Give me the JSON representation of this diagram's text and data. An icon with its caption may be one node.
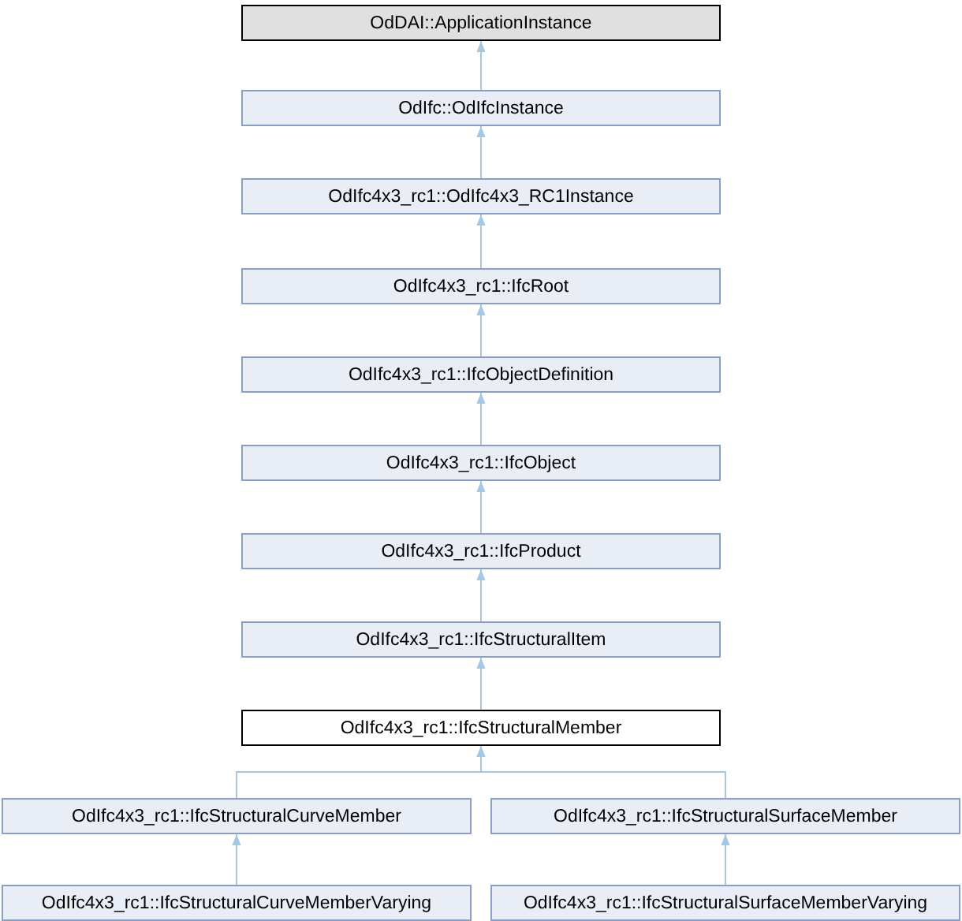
{
  "diagram": {
    "nodes": [
      {
        "text": [
          "OdDAI::ApplicationInstance"
        ]
      },
      {
        "text": [
          "OdIfc::OdIfcInstance"
        ]
      },
      {
        "text": [
          "OdIfc4x3_rc1::OdIfc4x3_RC1Instance"
        ]
      },
      {
        "text": [
          "OdIfc4x3_rc1::IfcRoot"
        ]
      },
      {
        "text": [
          "OdIfc4x3_rc1::IfcObjectDefinition"
        ]
      },
      {
        "text": [
          "OdIfc4x3_rc1::IfcObject"
        ]
      },
      {
        "text": [
          "OdIfc4x3_rc1::IfcProduct"
        ]
      },
      {
        "text": [
          "OdIfc4x3_rc1::IfcStructuralItem"
        ]
      },
      {
        "text": [
          "OdIfc4x3_rc1::IfcStructuralMember"
        ]
      },
      {
        "text": [
          "OdIfc4x3_rc1::IfcStructuralCurveMember"
        ]
      },
      {
        "text": [
          "OdIfc4x3_rc1::IfcStructuralSurfaceMember"
        ]
      },
      {
        "text": [
          "OdIfc4x3_rc1::IfcStructuralCurveMemberVarying"
        ]
      },
      {
        "text": [
          "OdIfc4x3_rc1::IfcStructuralSurfaceMemberVarying"
        ]
      }
    ],
    "edges": [
      {
        "from": 1,
        "to": 0,
        "arrow": "to"
      },
      {
        "from": 2,
        "to": 1,
        "arrow": "to"
      },
      {
        "from": 3,
        "to": 2,
        "arrow": "to"
      },
      {
        "from": 4,
        "to": 3,
        "arrow": "to"
      },
      {
        "from": 5,
        "to": 4,
        "arrow": "to"
      },
      {
        "from": 6,
        "to": 5,
        "arrow": "to"
      },
      {
        "from": 7,
        "to": 6,
        "arrow": "to"
      },
      {
        "from": 8,
        "to": 7,
        "arrow": "to"
      },
      {
        "from": 9,
        "to": 8,
        "arrow": "to"
      },
      {
        "from": 10,
        "to": 8,
        "arrow": "to"
      },
      {
        "from": 11,
        "to": 9,
        "arrow": "to"
      },
      {
        "from": 12,
        "to": 10,
        "arrow": "to"
      }
    ]
  }
}
